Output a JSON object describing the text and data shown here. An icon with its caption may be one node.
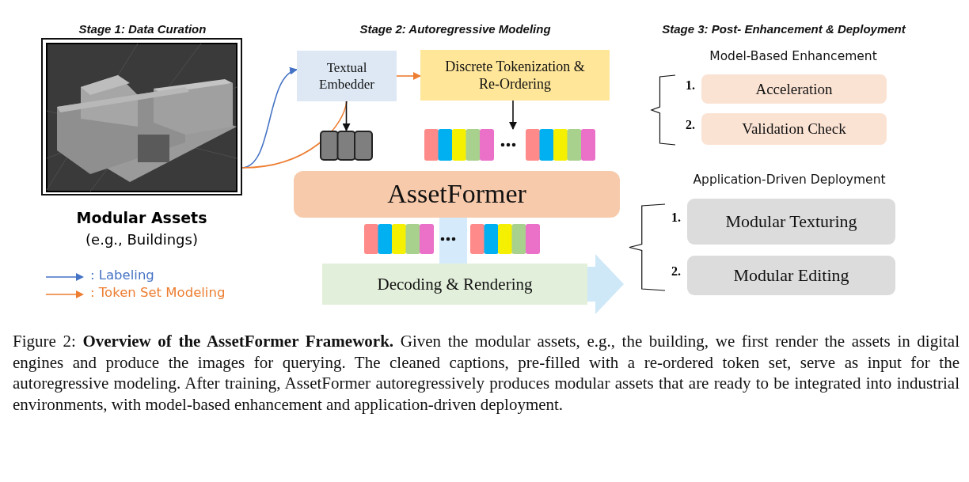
{
  "diagram": {
    "caption": "Figure 2: **Overview of the AssetFormer Framework.** Given the modular assets, e.g., the building, we first render the assets in digital engines and produce the images for querying. The cleaned captions, pre-filled with a re-ordered token set, serve as input for the autoregressive modeling. After training, AssetFormer autoregressively produces modular assets that are ready to be integrated into industrial environments, with model-based enhancement and application-driven deployment.",
    "nodes": [
      {
        "text": [],
        "shape": "picture",
        "beside": [
          "Modular Assets",
          "(e.g., Buildings)"
        ]
      },
      {
        "text": [
          "Textual Embedder"
        ]
      },
      {
        "text": [
          "Discrete Tokenization & Re-Ordering"
        ]
      },
      {
        "text": [],
        "shape": "bar"
      },
      {
        "text": [],
        "shape": "bar"
      },
      {
        "text": [
          "AssetFormer"
        ]
      },
      {
        "text": [],
        "shape": "bar"
      },
      {
        "text": [
          "Decoding & Rendering"
        ]
      },
      {
        "text": [
          "Acceleration"
        ],
        "beside": [
          "1."
        ]
      },
      {
        "text": [
          "Validation Check"
        ],
        "beside": [
          "2."
        ]
      },
      {
        "text": [
          "Modular Texturing"
        ],
        "beside": [
          "1."
        ]
      },
      {
        "text": [
          "Modular Editing"
        ],
        "beside": [
          "2."
        ]
      }
    ],
    "edges": [
      {
        "from": 0,
        "to": 1,
        "arrow": "to",
        "color": "#4472c4"
      },
      {
        "from": 0,
        "to": 1,
        "arrow": "none",
        "color": "#ed7d31"
      },
      {
        "from": 1,
        "to": 2,
        "arrow": "to",
        "color": "#ed7d31"
      },
      {
        "from": 1,
        "to": 3,
        "arrow": "to",
        "color": "#111111"
      },
      {
        "from": 2,
        "to": 4,
        "arrow": "to",
        "color": "#111111"
      },
      {
        "from": 7,
        "to": null,
        "arrow": "to",
        "style": "thick",
        "color": "#cfe8f8"
      }
    ],
    "labels": [
      "Stage 1: Data Curation",
      "Stage 2: Autoregressive Modeling",
      "Stage 3: Post- Enhancement & Deployment",
      "Model-Based Enhancement",
      "Application-Driven Deployment"
    ],
    "legend": [
      {
        "text": ": Labeling",
        "color": "#4472c4"
      },
      {
        "text": ": Token Set Modeling",
        "color": "#ed7d31"
      }
    ]
  }
}
